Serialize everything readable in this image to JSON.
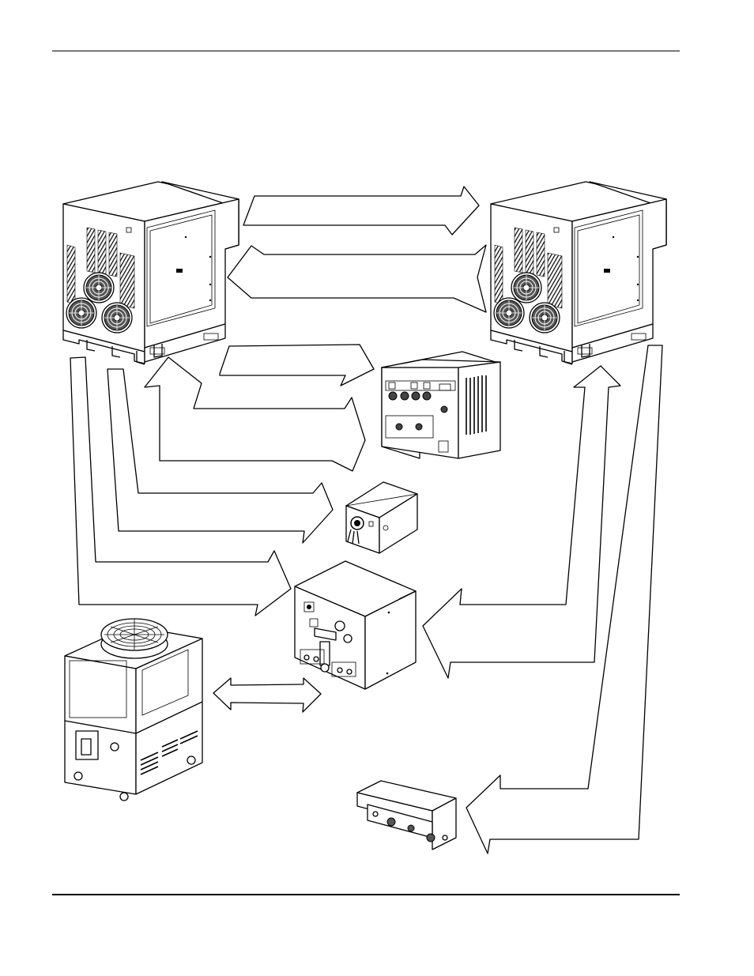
{
  "page": {
    "header_rule": "top",
    "footer_rule": "bottom"
  },
  "diagram": {
    "components": [
      {
        "id": "power-supply-1",
        "icon": "power-supply-cabinet-icon"
      },
      {
        "id": "power-supply-2",
        "icon": "power-supply-cabinet-icon"
      },
      {
        "id": "gas-console",
        "icon": "control-panel-cabinet-icon"
      },
      {
        "id": "arc-starter",
        "icon": "small-box-icon"
      },
      {
        "id": "torch-connection-console",
        "icon": "console-box-icon"
      },
      {
        "id": "chiller",
        "icon": "chiller-unit-icon"
      },
      {
        "id": "manifold",
        "icon": "manifold-bar-icon"
      }
    ],
    "connections": [
      {
        "from": "power-supply-1",
        "to": "power-supply-2",
        "direction": "one-way"
      },
      {
        "from": "power-supply-1",
        "to": "power-supply-2",
        "direction": "two-way"
      },
      {
        "from": "power-supply-1",
        "to": "gas-console",
        "direction": "one-way"
      },
      {
        "from": "gas-console",
        "to": "power-supply-1",
        "direction": "one-way"
      },
      {
        "from": "power-supply-1",
        "to": "gas-console",
        "direction": "one-way"
      },
      {
        "from": "power-supply-1",
        "to": "arc-starter",
        "direction": "one-way"
      },
      {
        "from": "power-supply-1",
        "to": "arc-starter",
        "direction": "one-way"
      },
      {
        "from": "power-supply-1",
        "to": "torch-connection-console",
        "direction": "one-way"
      },
      {
        "from": "power-supply-1",
        "to": "torch-connection-console",
        "direction": "one-way"
      },
      {
        "from": "power-supply-2",
        "to": "torch-connection-console",
        "direction": "one-way"
      },
      {
        "from": "power-supply-2",
        "to": "torch-connection-console",
        "direction": "one-way"
      },
      {
        "from": "chiller",
        "to": "torch-connection-console",
        "direction": "two-way"
      },
      {
        "from": "power-supply-2",
        "to": "manifold",
        "direction": "one-way"
      },
      {
        "from": "power-supply-2",
        "to": "manifold",
        "direction": "one-way"
      }
    ]
  }
}
